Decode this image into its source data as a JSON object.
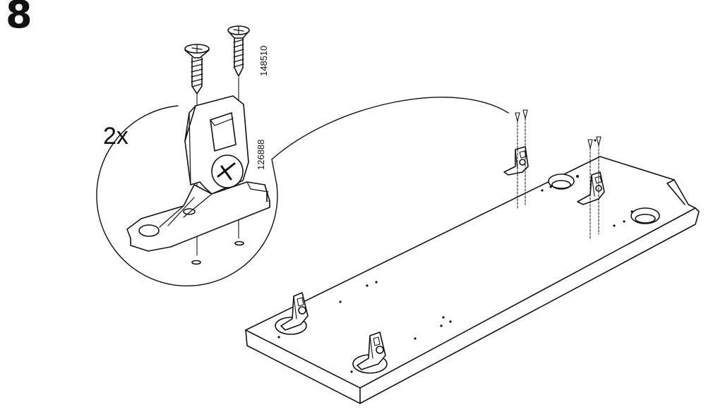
{
  "step": {
    "number": "8"
  },
  "detail": {
    "quantity": "2x",
    "screw_part_number": "148510",
    "bracket_part_number": "126888"
  },
  "colors": {
    "line": "#111111",
    "fill": "#ffffff",
    "shade": "#e6e6e6"
  },
  "icons": [
    "screw-icon",
    "bracket-icon",
    "shelf-panel"
  ]
}
